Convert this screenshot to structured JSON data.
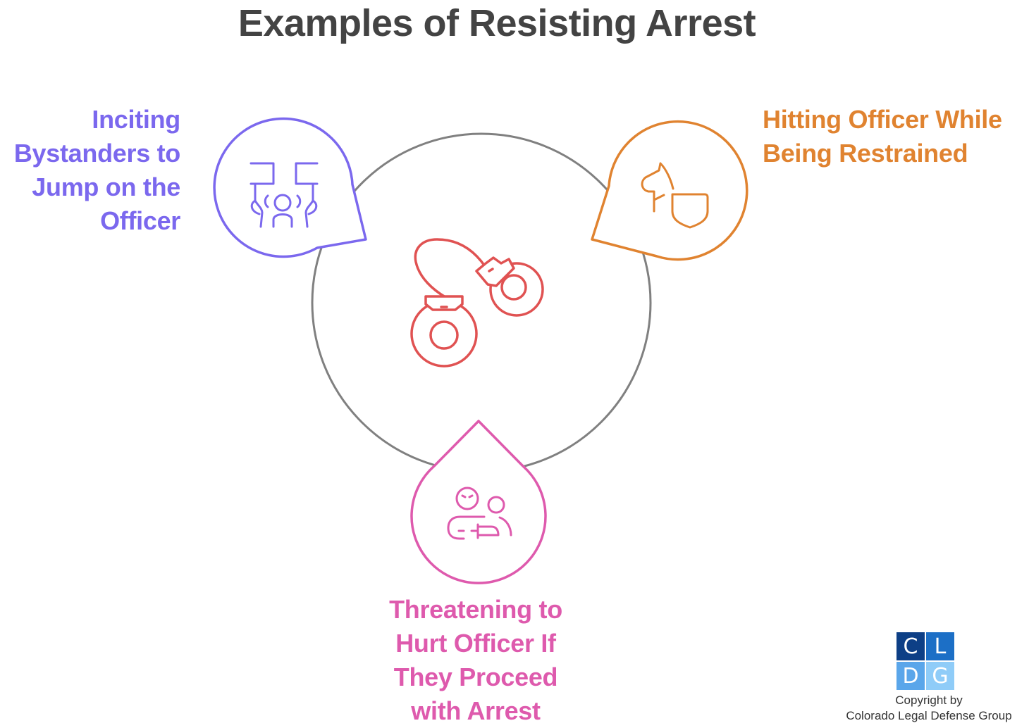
{
  "title": "Examples of Resisting Arrest",
  "center": {
    "icon": "handcuffs-icon",
    "ring_color": "#808080",
    "icon_color": "#e05252"
  },
  "items": [
    {
      "position": "top-left",
      "icon": "protest-crowd-icon",
      "color": "#7b68ee",
      "label_lines": [
        "Inciting",
        "Bystanders to",
        "Jump on the",
        "Officer"
      ]
    },
    {
      "position": "top-right",
      "icon": "head-shield-icon",
      "color": "#e08330",
      "label_lines": [
        "Hitting Officer While",
        "Being Restrained"
      ]
    },
    {
      "position": "bottom",
      "icon": "threatening-person-icon",
      "color": "#de5aad",
      "label_lines": [
        "Threatening to",
        "Hurt Officer If",
        "They Proceed",
        "with Arrest"
      ]
    }
  ],
  "logo": {
    "cells": [
      {
        "letter": "C",
        "color": "#0d3f86"
      },
      {
        "letter": "L",
        "color": "#1c6fc6"
      },
      {
        "letter": "D",
        "color": "#5aa6ea"
      },
      {
        "letter": "G",
        "color": "#8fccf8"
      }
    ]
  },
  "copyright": {
    "line1": "Copyright by",
    "line2": "Colorado Legal Defense Group"
  }
}
